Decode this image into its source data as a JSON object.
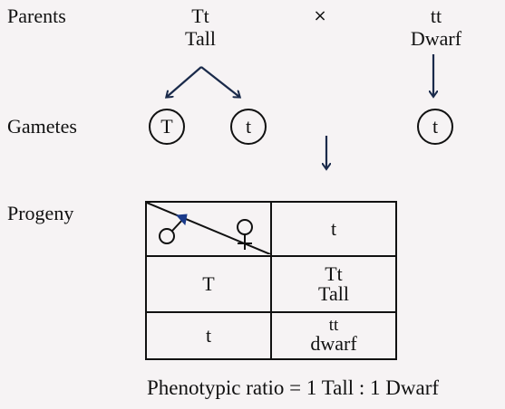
{
  "labels": {
    "parents": "Parents",
    "gametes": "Gametes",
    "progeny": "Progeny"
  },
  "parents": {
    "left": {
      "genotype": "Tt",
      "phenotype": "Tall"
    },
    "cross_symbol": "×",
    "right": {
      "genotype": "tt",
      "phenotype": "Dwarf"
    }
  },
  "gametes": {
    "left": [
      "T",
      "t"
    ],
    "right": [
      "t"
    ]
  },
  "punnett": {
    "female_gamete": "t",
    "rows": [
      {
        "male_gamete": "T",
        "genotype": "Tt",
        "phenotype": "Tall"
      },
      {
        "male_gamete": "t",
        "genotype": "tt",
        "phenotype": "dwarf"
      }
    ]
  },
  "ratio_text": "Phenotypic ratio = 1 Tall : 1 Dwarf",
  "icons": {
    "male": "male-symbol-icon",
    "female": "female-symbol-icon"
  },
  "colors": {
    "line": "#1a2a4a",
    "text": "#111111"
  }
}
